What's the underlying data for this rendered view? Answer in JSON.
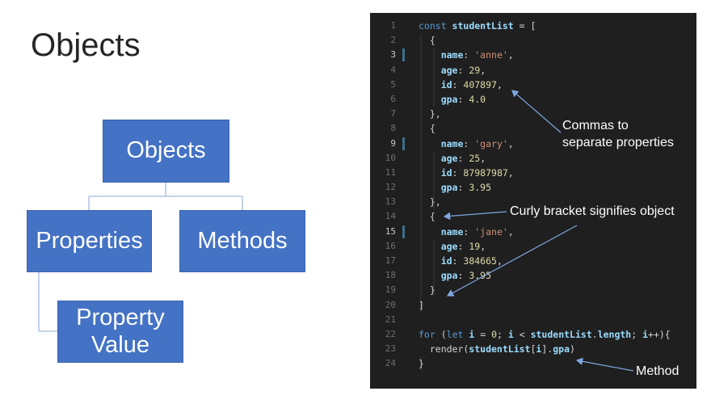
{
  "slide": {
    "title": "Objects"
  },
  "diagram": {
    "objects": "Objects",
    "properties": "Properties",
    "methods": "Methods",
    "property_value": "Property\nValue"
  },
  "code": {
    "lines": [
      {
        "n": "1",
        "tokens": [
          {
            "t": "const ",
            "c": "kw"
          },
          {
            "t": "studentList",
            "c": "var"
          },
          {
            "t": " = [",
            "c": "punc"
          }
        ]
      },
      {
        "n": "2",
        "tokens": [
          {
            "t": "  {",
            "c": "punc"
          }
        ]
      },
      {
        "n": "3",
        "marker": true,
        "tokens": [
          {
            "t": "    name",
            "c": "var"
          },
          {
            "t": ": ",
            "c": "punc"
          },
          {
            "t": "'anne'",
            "c": "str"
          },
          {
            "t": ",",
            "c": "punc"
          }
        ]
      },
      {
        "n": "4",
        "tokens": [
          {
            "t": "    age",
            "c": "var"
          },
          {
            "t": ": ",
            "c": "punc"
          },
          {
            "t": "29",
            "c": "num"
          },
          {
            "t": ",",
            "c": "punc"
          }
        ]
      },
      {
        "n": "5",
        "tokens": [
          {
            "t": "    id",
            "c": "var"
          },
          {
            "t": ": ",
            "c": "punc"
          },
          {
            "t": "407897",
            "c": "num"
          },
          {
            "t": ",",
            "c": "punc"
          }
        ]
      },
      {
        "n": "6",
        "tokens": [
          {
            "t": "    gpa",
            "c": "var"
          },
          {
            "t": ": ",
            "c": "punc"
          },
          {
            "t": "4.0",
            "c": "num"
          }
        ]
      },
      {
        "n": "7",
        "tokens": [
          {
            "t": "  },",
            "c": "punc"
          }
        ]
      },
      {
        "n": "8",
        "tokens": [
          {
            "t": "  {",
            "c": "punc"
          }
        ]
      },
      {
        "n": "9",
        "marker": true,
        "tokens": [
          {
            "t": "    name",
            "c": "var"
          },
          {
            "t": ": ",
            "c": "punc"
          },
          {
            "t": "'gary'",
            "c": "str"
          },
          {
            "t": ",",
            "c": "punc"
          }
        ]
      },
      {
        "n": "10",
        "tokens": [
          {
            "t": "    age",
            "c": "var"
          },
          {
            "t": ": ",
            "c": "punc"
          },
          {
            "t": "25",
            "c": "num"
          },
          {
            "t": ",",
            "c": "punc"
          }
        ]
      },
      {
        "n": "11",
        "tokens": [
          {
            "t": "    id",
            "c": "var"
          },
          {
            "t": ": ",
            "c": "punc"
          },
          {
            "t": "87987987",
            "c": "num"
          },
          {
            "t": ",",
            "c": "punc"
          }
        ]
      },
      {
        "n": "12",
        "tokens": [
          {
            "t": "    gpa",
            "c": "var"
          },
          {
            "t": ": ",
            "c": "punc"
          },
          {
            "t": "3.95",
            "c": "num"
          }
        ]
      },
      {
        "n": "13",
        "tokens": [
          {
            "t": "  },",
            "c": "punc"
          }
        ]
      },
      {
        "n": "14",
        "tokens": [
          {
            "t": "  {",
            "c": "punc"
          }
        ]
      },
      {
        "n": "15",
        "marker": true,
        "tokens": [
          {
            "t": "    name",
            "c": "var"
          },
          {
            "t": ": ",
            "c": "punc"
          },
          {
            "t": "'jane'",
            "c": "str"
          },
          {
            "t": ",",
            "c": "punc"
          }
        ]
      },
      {
        "n": "16",
        "tokens": [
          {
            "t": "    age",
            "c": "var"
          },
          {
            "t": ": ",
            "c": "punc"
          },
          {
            "t": "19",
            "c": "num"
          },
          {
            "t": ",",
            "c": "punc"
          }
        ]
      },
      {
        "n": "17",
        "tokens": [
          {
            "t": "    id",
            "c": "var"
          },
          {
            "t": ": ",
            "c": "punc"
          },
          {
            "t": "384665",
            "c": "num"
          },
          {
            "t": ",",
            "c": "punc"
          }
        ]
      },
      {
        "n": "18",
        "tokens": [
          {
            "t": "    gpa",
            "c": "var"
          },
          {
            "t": ": ",
            "c": "punc"
          },
          {
            "t": "3.95",
            "c": "num"
          }
        ]
      },
      {
        "n": "19",
        "tokens": [
          {
            "t": "  }",
            "c": "punc"
          }
        ]
      },
      {
        "n": "20",
        "tokens": [
          {
            "t": "]",
            "c": "punc"
          }
        ]
      },
      {
        "n": "21",
        "tokens": []
      },
      {
        "n": "22",
        "tokens": [
          {
            "t": "for ",
            "c": "kw"
          },
          {
            "t": "(",
            "c": "punc"
          },
          {
            "t": "let ",
            "c": "kw"
          },
          {
            "t": "i",
            "c": "var"
          },
          {
            "t": " = ",
            "c": "punc"
          },
          {
            "t": "0",
            "c": "num"
          },
          {
            "t": "; ",
            "c": "punc"
          },
          {
            "t": "i",
            "c": "var"
          },
          {
            "t": " < ",
            "c": "punc"
          },
          {
            "t": "studentList",
            "c": "var"
          },
          {
            "t": ".",
            "c": "punc"
          },
          {
            "t": "length",
            "c": "var"
          },
          {
            "t": "; ",
            "c": "punc"
          },
          {
            "t": "i",
            "c": "var"
          },
          {
            "t": "++){",
            "c": "punc"
          }
        ]
      },
      {
        "n": "23",
        "tokens": [
          {
            "t": "  render(",
            "c": "punc"
          },
          {
            "t": "studentList",
            "c": "var"
          },
          {
            "t": "[",
            "c": "punc"
          },
          {
            "t": "i",
            "c": "var"
          },
          {
            "t": "].",
            "c": "punc"
          },
          {
            "t": "gpa",
            "c": "var"
          },
          {
            "t": ")",
            "c": "punc"
          }
        ]
      },
      {
        "n": "24",
        "tokens": [
          {
            "t": "}",
            "c": "punc"
          }
        ]
      }
    ]
  },
  "annotations": {
    "commas": "Commas to\nseparate properties",
    "curly": "Curly bracket signifies object",
    "method": "Method"
  },
  "colors": {
    "box_fill": "#4472c4",
    "code_bg": "#1f1f1f",
    "arrow": "#7ea6e0"
  }
}
